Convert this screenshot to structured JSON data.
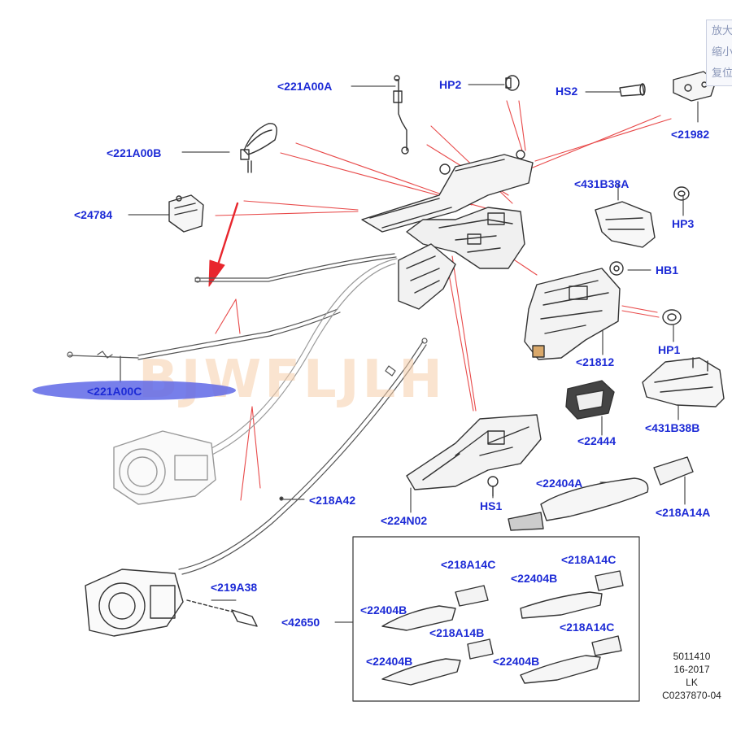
{
  "zoom_controls": {
    "zoom_in": "放大",
    "zoom_out": "缩小",
    "reset": "复位"
  },
  "watermark": "BJWFLJLH",
  "callouts": {
    "221A00A": "<221A00A",
    "HP2": "HP2",
    "HS2": "HS2",
    "21982": "<21982",
    "221A00B": "<221A00B",
    "24784": "<24784",
    "431B38A": "<431B38A",
    "HP3": "HP3",
    "HB1": "HB1",
    "HP1": "HP1",
    "21812": "<21812",
    "221A00C": "<221A00C",
    "431B38B": "<431B38B",
    "22444": "<22444",
    "22404A": "<22404A",
    "218A14A": "<218A14A",
    "224N02": "<224N02",
    "HS1": "HS1",
    "218A42": "<218A42",
    "219A38": "<219A38",
    "42650": "<42650",
    "218A14C_1": "<218A14C",
    "218A14C_2": "<218A14C",
    "22404B_1": "<22404B",
    "22404B_2": "<22404B",
    "218A14B": "<218A14B",
    "218A14C_3": "<218A14C",
    "22404B_3": "<22404B",
    "22404B_4": "<22404B"
  },
  "reference": {
    "line1": "5011410",
    "line2": "16-2017",
    "line3": "LK",
    "line4": "C0237870-04"
  },
  "colors": {
    "callout": "#1d2bd6",
    "pointer": "#e84a4a",
    "line_art": "#333333",
    "highlight": "#5f69e6"
  }
}
